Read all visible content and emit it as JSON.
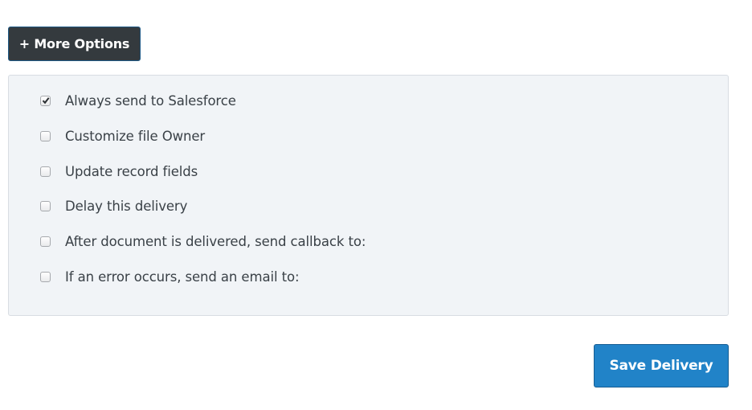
{
  "toolbar": {
    "more_options_label": "+ More Options"
  },
  "options": {
    "items": [
      {
        "label": "Always send to Salesforce",
        "checked": true
      },
      {
        "label": "Customize file Owner",
        "checked": false
      },
      {
        "label": "Update record fields",
        "checked": false
      },
      {
        "label": "Delay this delivery",
        "checked": false
      },
      {
        "label": "After document is delivered, send callback to:",
        "checked": false
      },
      {
        "label": "If an error occurs, send an email to:",
        "checked": false
      }
    ]
  },
  "footer": {
    "save_label": "Save Delivery"
  },
  "colors": {
    "more_options_bg": "#343a3e",
    "panel_bg": "#f1f4f7",
    "save_bg": "#2183c8"
  }
}
